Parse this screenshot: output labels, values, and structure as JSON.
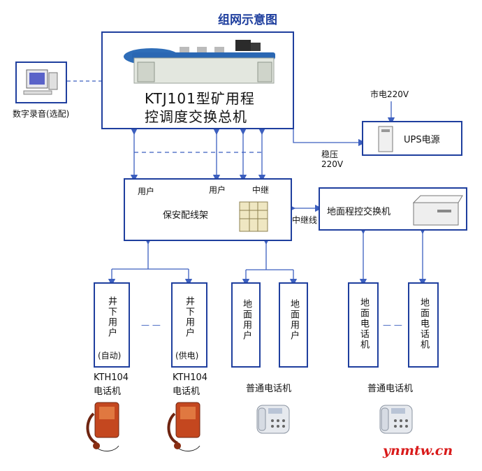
{
  "title": "组网示意图",
  "main_switch": {
    "line1": "KTJ101型矿用程",
    "line2": "控调度交换总机"
  },
  "recorder": {
    "label": "数字录音(选配)"
  },
  "ups": {
    "label": "UPS电源",
    "mains": "市电220V",
    "regulated_1": "稳压",
    "regulated_2": "220V"
  },
  "frame": {
    "label": "保安配线架",
    "user1": "用户",
    "user2": "用户",
    "relay": "中继"
  },
  "ground_switch": {
    "label": "地面程控交换机",
    "relay_line": "中继线"
  },
  "endpoints": [
    {
      "text": "井下用户",
      "sub": "(自动)"
    },
    {
      "text": "井下用户",
      "sub": "(供电)"
    },
    {
      "text": "地面用户",
      "sub": ""
    },
    {
      "text": "地面用户",
      "sub": ""
    },
    {
      "text": "地面电话机",
      "sub": ""
    },
    {
      "text": "地面电话机",
      "sub": ""
    }
  ],
  "phone_labels": {
    "kth1_a": "KTH104",
    "kth1_b": "电话机",
    "kth2_a": "KTH104",
    "kth2_b": "电话机",
    "normal1": "普通电话机",
    "normal2": "普通电话机"
  },
  "dash": "—  —",
  "watermark": "ynmtw.cn",
  "colors": {
    "line": "#1f3f9e",
    "watermark": "#d91a1a"
  }
}
